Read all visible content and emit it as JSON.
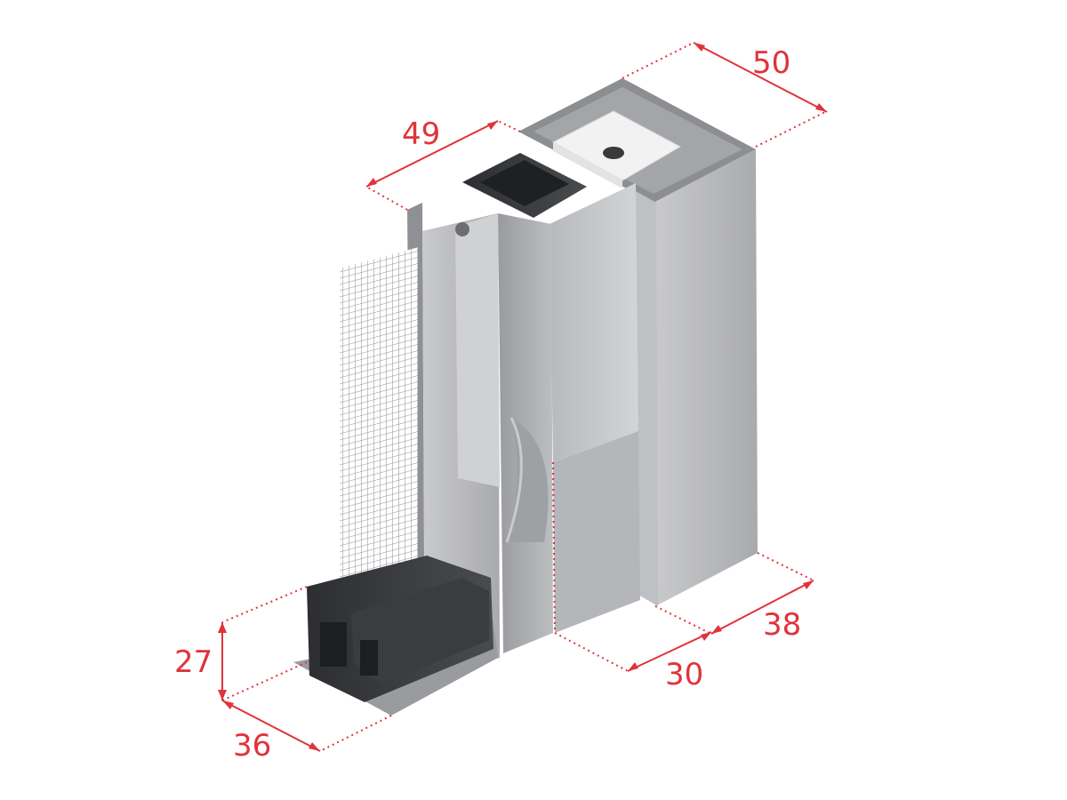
{
  "diagram": {
    "subject": "aluminium-sliding-profile-with-fly-screen",
    "accent_color": "#e0333a",
    "dimensions": [
      {
        "id": "dim-50",
        "label": "50"
      },
      {
        "id": "dim-49",
        "label": "49"
      },
      {
        "id": "dim-38",
        "label": "38"
      },
      {
        "id": "dim-30",
        "label": "30"
      },
      {
        "id": "dim-27",
        "label": "27"
      },
      {
        "id": "dim-36",
        "label": "36"
      }
    ]
  }
}
